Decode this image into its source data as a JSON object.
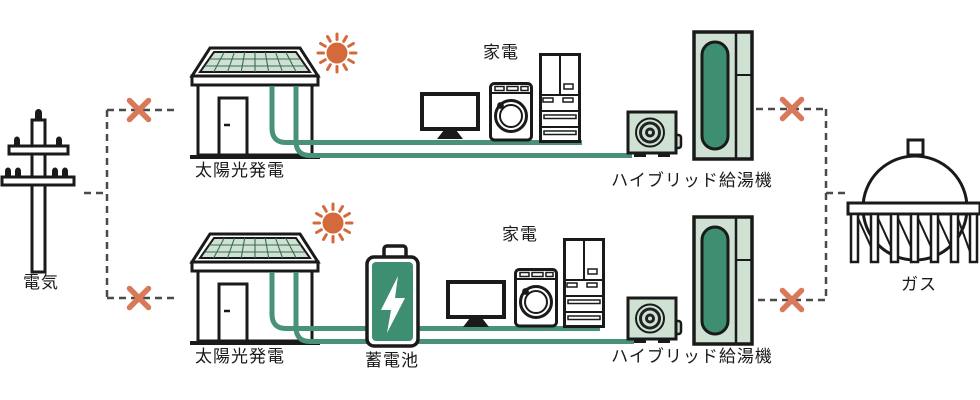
{
  "diagram": {
    "electricity": {
      "label": "電気"
    },
    "gas": {
      "label": "ガス"
    },
    "rows": [
      {
        "name": "without-battery",
        "solar_label": "太陽光発電",
        "appliances_label": "家電",
        "heater_label": "ハイブリッド給湯機"
      },
      {
        "name": "with-battery",
        "solar_label": "太陽光発電",
        "battery_label": "蓄電池",
        "appliances_label": "家電",
        "heater_label": "ハイブリッド給湯機"
      }
    ]
  },
  "palette": {
    "outline": "#1a1a1a",
    "panel_green": "#cee1d2",
    "deep_green": "#3e8e72",
    "line_green": "#4a9179",
    "sun_orange": "#d4693c",
    "cross_red": "#d8795a",
    "dash_gray": "#4a4a4a"
  }
}
